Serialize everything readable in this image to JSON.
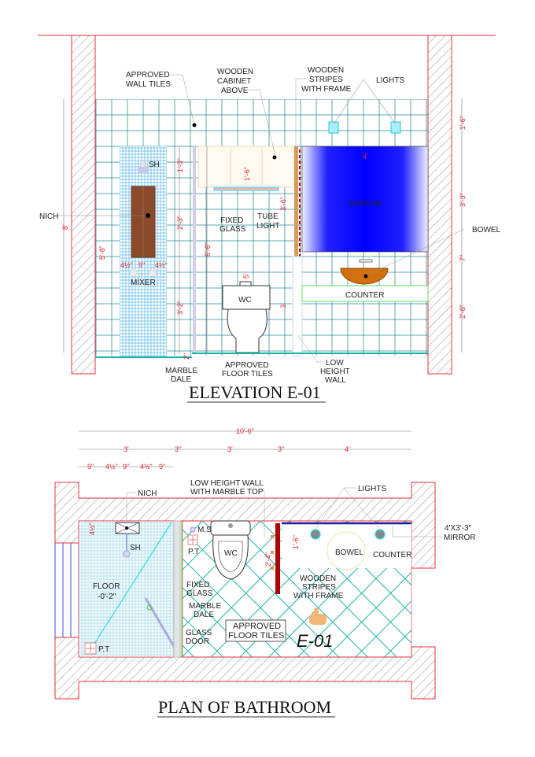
{
  "colors": {
    "wall_outline": "#e8323c",
    "hatch": "#777777",
    "tile_grid": "#3a8fa0",
    "mosaic": "#38a8e8",
    "mirror": "#0000ff",
    "wood": "#8b4a2b",
    "bowl": "#d2700f",
    "counter_border": "#5ee05e",
    "dimension_text": "#e0202a",
    "floor_line": "#12b0a8",
    "plan_tile": "#1fb3a8"
  },
  "elevation": {
    "title": "ELEVATION E-01",
    "labels": {
      "approved_wall_tiles_1": "APPROVED",
      "approved_wall_tiles_2": "WALL TILES",
      "cabinet_1": "WOODEN",
      "cabinet_2": "CABINET",
      "cabinet_3": "ABOVE",
      "stripes_1": "WOODEN",
      "stripes_2": "STRIPES",
      "stripes_3": "WITH FRAME",
      "lights": "LIGHTS",
      "sh": "SH",
      "nich": "NICH",
      "mixer": "MIXER",
      "fixed_glass_1": "FIXED",
      "fixed_glass_2": "GLASS",
      "tube_light_1": "TUBE",
      "tube_light_2": "LIGHT",
      "mirror": "MIRROR",
      "bowel": "BOWEL",
      "counter": "COUNTER",
      "wc": "WC",
      "marble_dale_1": "MARBLE",
      "marble_dale_2": "DALE",
      "floor_tiles_1": "APPROVED",
      "floor_tiles_2": "FLOOR TILES",
      "low_wall_1": "LOW",
      "low_wall_2": "HEIGHT",
      "low_wall_3": "WALL"
    },
    "dimensions": {
      "total_height": "8'",
      "niche_height": "5'-8\"",
      "shower_top": "1'-3\"",
      "niche_span": "2'-3\"",
      "mixer_height": "3'-2\"",
      "marble_dale": "2\"",
      "niche_left": "4½\"",
      "niche_width": "9\"",
      "niche_right": "4½\"",
      "cabinet_height": "1'-6\"",
      "glass_height": "6'-6\"",
      "wc_height": "5'",
      "cabinet_to_wall": "3'-6\"",
      "low_wall_height": "3'",
      "mirror_width": "4'",
      "right_top": "1'-6\"",
      "mirror_height": "3'-3\"",
      "mirror_gap": "7\"",
      "counter_height": "2'-8\""
    }
  },
  "plan": {
    "title": "PLAN OF BATHROOM",
    "marker": "E-01",
    "labels": {
      "low_wall_1": "LOW HEIGHT WALL",
      "low_wall_2": "WITH MARBLE TOP",
      "nich": "NICH",
      "lights": "LIGHTS",
      "mirror_1": "4'X3'-3\"",
      "mirror_2": "MIRROR",
      "sh": "SH",
      "ms": "M.S",
      "pt_top": "P.T",
      "wc": "WC",
      "bowel": "BOWEL",
      "counter": "COUNTER",
      "floor_1": "FLOOR",
      "floor_2": "-0'-2\"",
      "fixed_glass_1": "FIXED",
      "fixed_glass_2": "GLASS",
      "marble_dale_1": "MARBLE",
      "marble_dale_2": "DALE",
      "glass_door_1": "GLASS",
      "glass_door_2": "DOOR",
      "approved_1": "APPROVED",
      "approved_2": "FLOOR TILES",
      "stripes_1": "WOODEN",
      "stripes_2": "STRIPES",
      "stripes_3": "WITH FRAME",
      "pt_bottom": "P.T"
    },
    "dimensions": {
      "overall": "10'-6\"",
      "seg1": "3'",
      "seg2": "3\"",
      "seg3": "3'",
      "seg4": "3\"",
      "seg5": "4'",
      "sub1": "9\"",
      "sub2": "4½\"",
      "sub3": "9\"",
      "sub4": "4½\"",
      "sub5": "9\"",
      "niche_depth": "4½\"",
      "glass_wall": "2'-4\"",
      "counter_depth": "1'-6\""
    }
  }
}
